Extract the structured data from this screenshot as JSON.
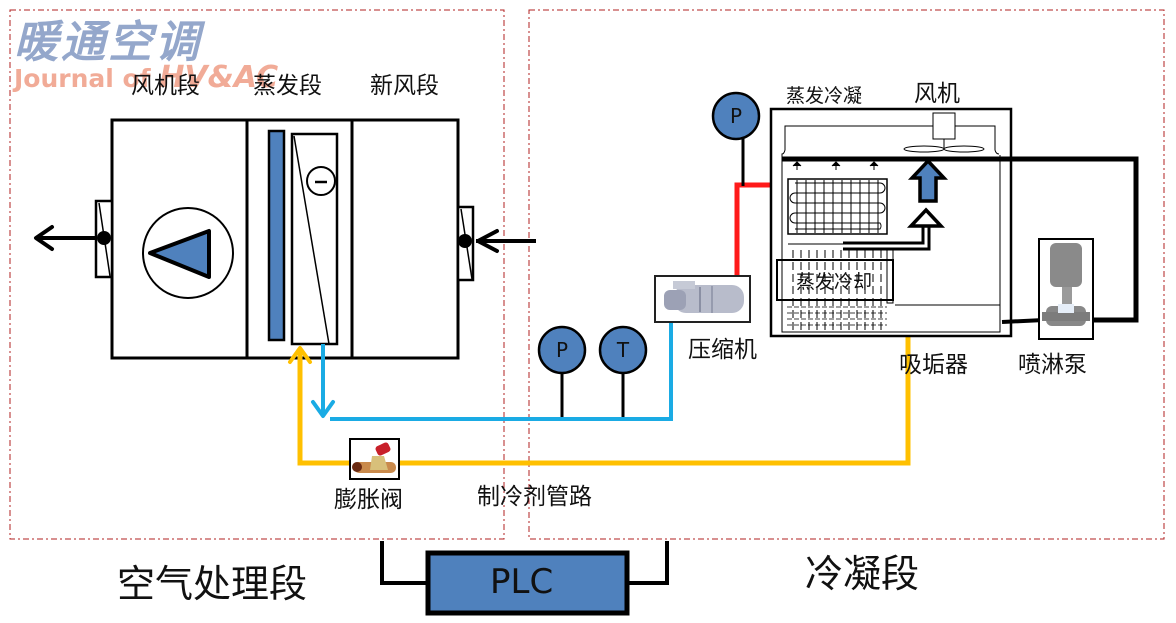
{
  "logo": {
    "title_cn": "暖通空调",
    "subtitle_prefix": "Journal of ",
    "subtitle_brand": "HV&AC"
  },
  "air_handling": {
    "section_label": "空气处理段",
    "fan_section": "风机段",
    "evaporator_section": "蒸发段",
    "fresh_air_section": "新风段"
  },
  "condensing": {
    "section_label": "冷凝段",
    "evap_condensing": "蒸发冷凝",
    "fan": "风机",
    "evap_cooling": "蒸发冷却",
    "scale_absorber": "吸垢器",
    "spray_pump": "喷淋泵",
    "compressor": "压缩机"
  },
  "refrigerant": {
    "expansion_valve": "膨胀阀",
    "pipeline": "制冷剂管路"
  },
  "gauges": {
    "pressure_top": "P",
    "pressure_low": "P",
    "temperature_low": "T"
  },
  "controller": {
    "label": "PLC"
  },
  "colors": {
    "accent_blue": "#4f81bd",
    "suction_line": "#1aabe4",
    "liquid_line": "#ffc000",
    "discharge_line": "#ff1a1a",
    "boundary": "#b22222",
    "logo_blue": "#8fa3c9",
    "logo_orange": "#f0a38c"
  }
}
